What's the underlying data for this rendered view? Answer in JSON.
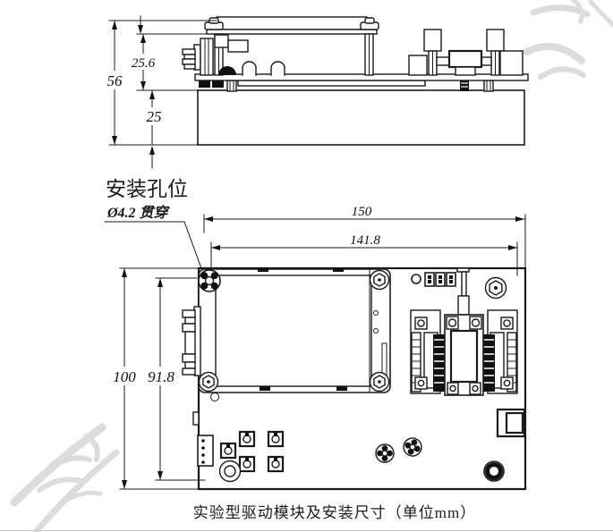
{
  "drawing": {
    "caption": "实验型驱动模块及安装尺寸（单位mm）",
    "callout": {
      "title": "安装孔位",
      "spec": "Ø4.2 贯穿"
    },
    "side_view": {
      "total": "56",
      "upper": "25.6",
      "base": "25"
    },
    "top_view": {
      "width": "150",
      "holes_h": "141.8",
      "height": "100",
      "holes_v": "91.8"
    }
  },
  "colors": {
    "line": "#1a1a1a",
    "watermark": "#dcdcdc",
    "background": "#ffffff"
  }
}
